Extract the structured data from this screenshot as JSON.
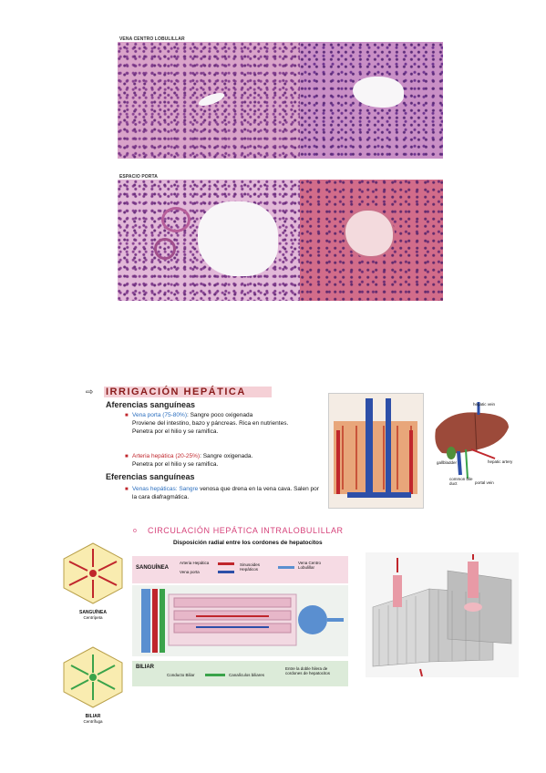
{
  "images": {
    "caption1": "VENA CENTRO LOBULILLAR",
    "caption2": "ESPACIO PORTA"
  },
  "section": {
    "arrow": "⇨",
    "heading": "IRRIGACIÓN HEPÁTICA",
    "aferencias": "Aferencias sanguíneas",
    "porta_label": "Vena porta (75-80%)",
    "porta_text": ": Sangre poco oxigenada",
    "porta_line2": "Proviene del intestino, bazo y páncreas. Rica en nutrientes.",
    "porta_line3": "Penetra por el hilio y se ramifica.",
    "arteria_label": "Arteria hepática (20-25%)",
    "arteria_text": ": Sangre oxigenada.",
    "arteria_line2": "Penetra por el hilio y se ramifica.",
    "eferencias": "Eferencias sanguíneas",
    "venas_label": "Venas hepáticas: Sangre",
    "venas_text": " venosa que drena en la vena cava. Salen por la cara diafragmática."
  },
  "circulacion": {
    "bullet": "o",
    "heading": "CIRCULACIÓN HEPÁTICA INTRALOBULILLAR",
    "subtitle": "Disposición radial entre los cordones de hepatocitos"
  },
  "hex_diagrams": {
    "top_title": "SANGUÍNEA",
    "top_sub": "Centrípeta",
    "bottom_title": "BILIAR",
    "bottom_sub": "Centrífuga"
  },
  "flow_diagram": {
    "sanguinea": "SANGUÍNEA",
    "arteria": "Arteria Hepática",
    "vena_porta": "Vena porta",
    "sinusoides": "Sinusoides Hepáticos",
    "vena_centro": "Vena Centro Lobulillar",
    "biliar": "BILIAR",
    "conducto": "Conducto Biliar",
    "canaliculos": "Canalículos biliares",
    "entre": "Entre la doble hilera de cordones de hepatocitos"
  },
  "liver_labels": {
    "hepatic_vein": "hepatic vein",
    "gallbladder": "gallbladder",
    "hepatic_artery": "hepatic artery",
    "common_bile_duct": "common bile duct",
    "portal_vein": "portal vein"
  },
  "colors": {
    "heading_bg": "#f5d0d6",
    "heading_text": "#8a1c1c",
    "accent_blue": "#2c6fbf",
    "accent_red": "#c0262c",
    "circ_pink": "#d6427a"
  }
}
